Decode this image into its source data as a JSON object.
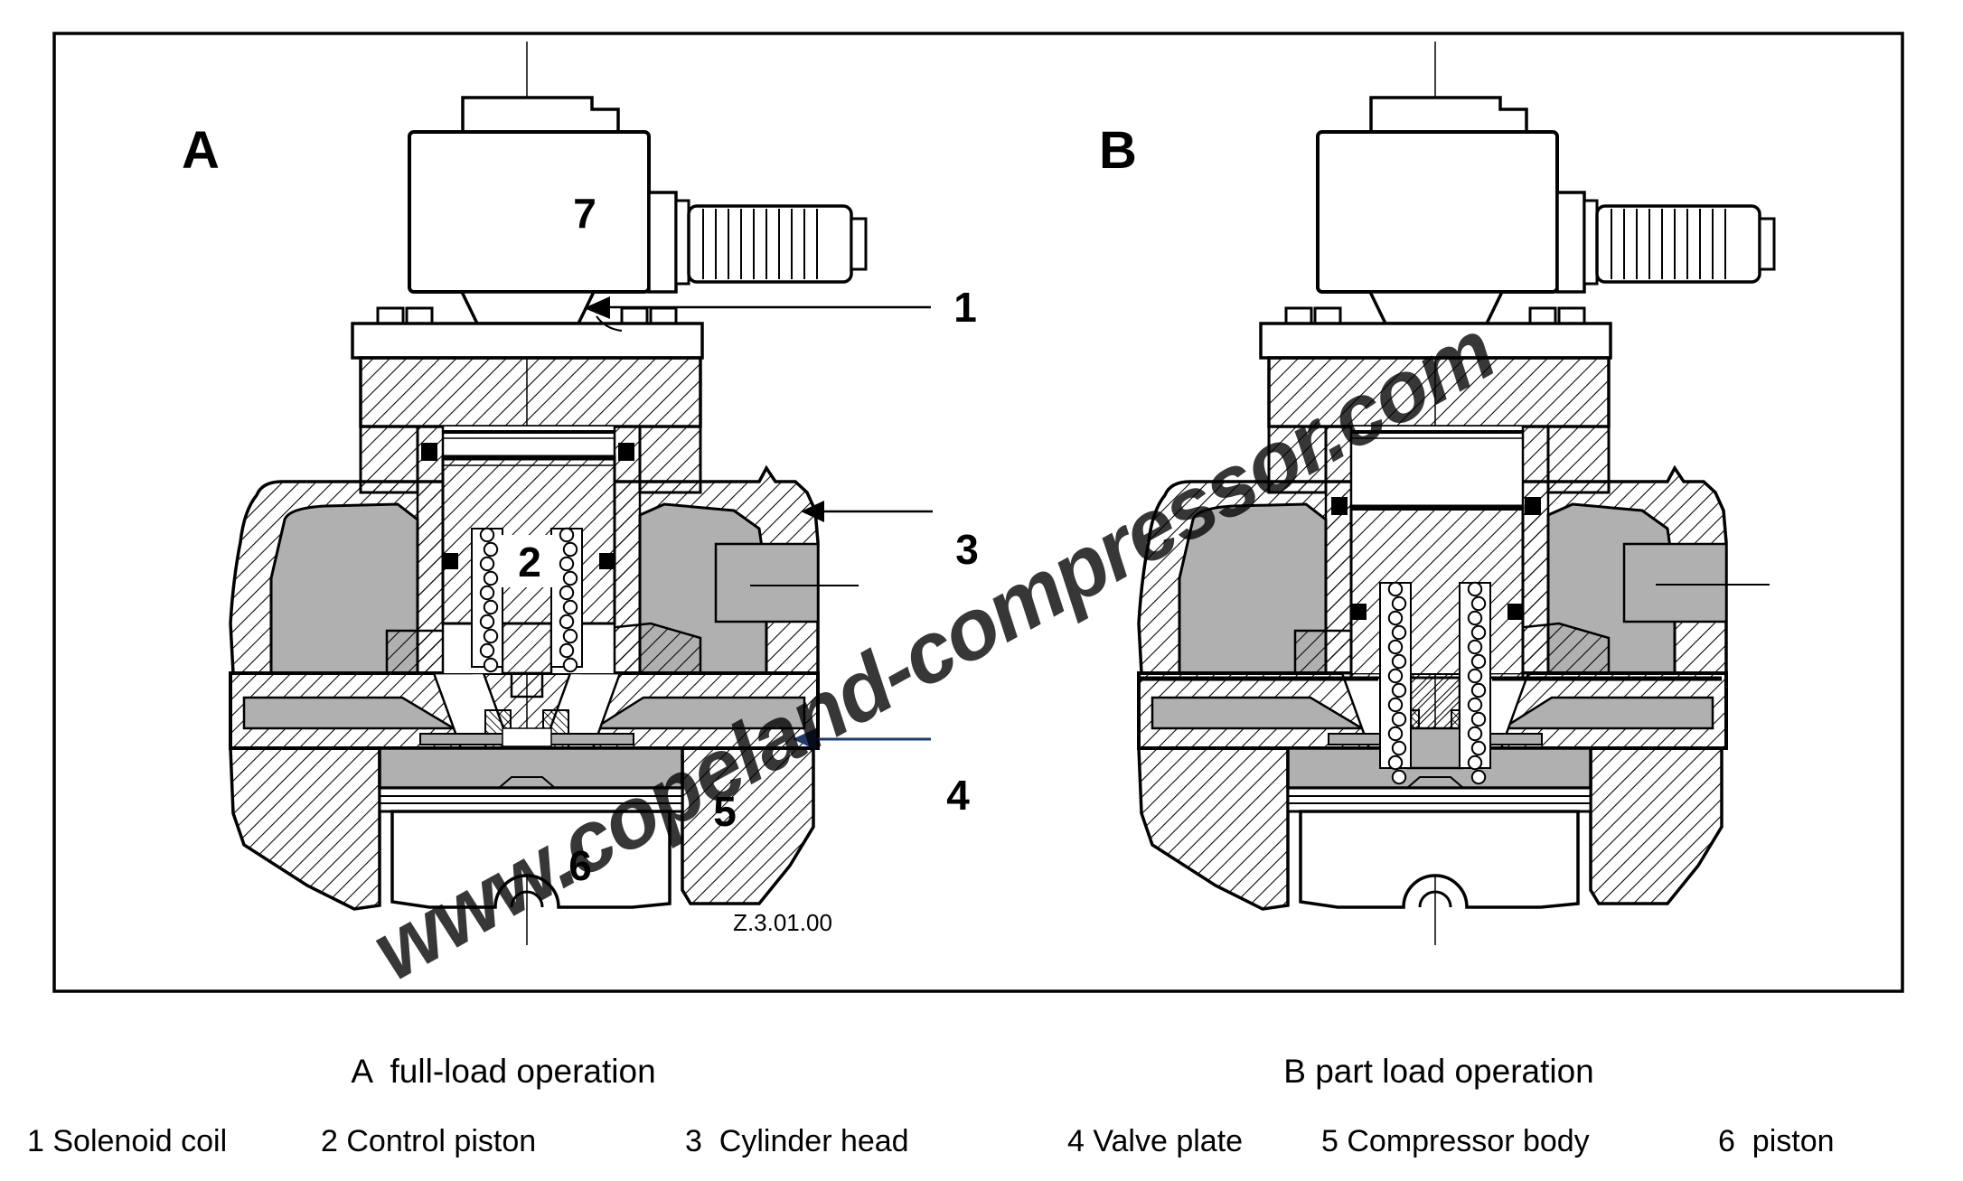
{
  "watermark": {
    "text": "www.copeland-compressor.com",
    "color": "#5C9FD3"
  },
  "diagram_a": {
    "section_label": "A",
    "caption": "A  full-load operation",
    "drawing_number": "Z.3.01.00",
    "part_labels": {
      "solenoid_coil": "1",
      "control_piston": "2",
      "cylinder_head": "3",
      "valve_plate": "4",
      "compressor_body": "5",
      "piston": "6",
      "coil_body": "7"
    }
  },
  "diagram_b": {
    "section_label": "B",
    "caption": "B part load operation"
  },
  "legend": {
    "item_1": "1 Solenoid coil",
    "item_2": "2 Control piston",
    "item_3": "3  Cylinder head",
    "item_4": "4 Valve plate",
    "item_5": "5 Compressor body",
    "item_6": "6  piston"
  },
  "colors": {
    "metal_gray": "#b0b0b0",
    "leader_navy": "#1c3c6e",
    "line_black": "#000000"
  }
}
